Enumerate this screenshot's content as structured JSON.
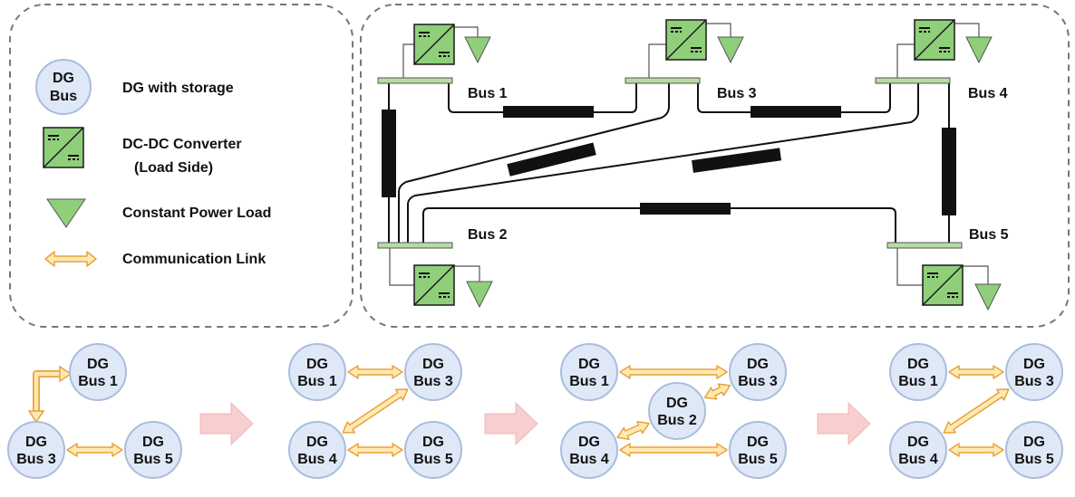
{
  "colors": {
    "node_fill": "#dfe8f6",
    "node_stroke": "#a9bddd",
    "converter_fill": "#8fcf7a",
    "load_fill": "#8fcf7a",
    "busbar_fill": "#b6dca4",
    "link_fill": "#ffe9b3",
    "link_stroke": "#e8a23a",
    "step_arrow": "#f8cece",
    "box_border": "#777777"
  },
  "legend": {
    "node_line1": "DG",
    "node_line2": "Bus",
    "items": [
      {
        "icon": "dg-node-icon",
        "label": "DG with storage"
      },
      {
        "icon": "dc-dc-converter-icon",
        "label": "DC-DC Converter",
        "label2": "(Load Side)"
      },
      {
        "icon": "constant-power-load-icon",
        "label": "Constant Power Load"
      },
      {
        "icon": "communication-link-icon",
        "label": "Communication Link"
      }
    ]
  },
  "network": {
    "buses": [
      "Bus 1",
      "Bus 3",
      "Bus 4",
      "Bus 2",
      "Bus 5"
    ]
  },
  "topologies": [
    {
      "nodes": [
        {
          "line1": "DG",
          "line2": "Bus 1"
        },
        {
          "line1": "DG",
          "line2": "Bus 3"
        },
        {
          "line1": "DG",
          "line2": "Bus 5"
        }
      ]
    },
    {
      "nodes": [
        {
          "line1": "DG",
          "line2": "Bus 1"
        },
        {
          "line1": "DG",
          "line2": "Bus 3"
        },
        {
          "line1": "DG",
          "line2": "Bus 4"
        },
        {
          "line1": "DG",
          "line2": "Bus 5"
        }
      ]
    },
    {
      "nodes": [
        {
          "line1": "DG",
          "line2": "Bus 1"
        },
        {
          "line1": "DG",
          "line2": "Bus 3"
        },
        {
          "line1": "DG",
          "line2": "Bus 2"
        },
        {
          "line1": "DG",
          "line2": "Bus 4"
        },
        {
          "line1": "DG",
          "line2": "Bus 5"
        }
      ]
    },
    {
      "nodes": [
        {
          "line1": "DG",
          "line2": "Bus 1"
        },
        {
          "line1": "DG",
          "line2": "Bus 3"
        },
        {
          "line1": "DG",
          "line2": "Bus 4"
        },
        {
          "line1": "DG",
          "line2": "Bus 5"
        }
      ]
    }
  ]
}
